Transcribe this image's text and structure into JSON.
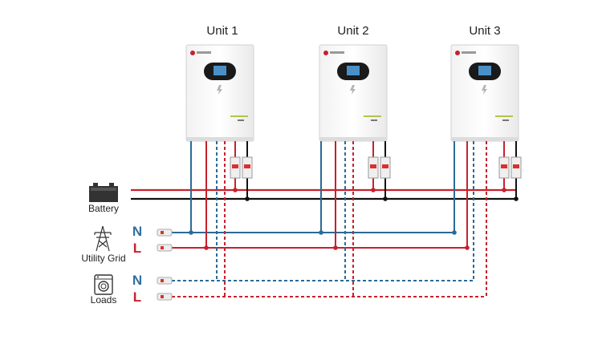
{
  "units": [
    {
      "title": "Unit 1"
    },
    {
      "title": "Unit 2"
    },
    {
      "title": "Unit 3"
    }
  ],
  "labels": {
    "battery": "Battery",
    "utility_grid": "Utility Grid",
    "loads": "Loads",
    "grid_n": "N",
    "grid_l": "L",
    "loads_n": "N",
    "loads_l": "L"
  },
  "colors": {
    "neutral": "#2b6a96",
    "line": "#c8202e",
    "black": "#111111",
    "letter_n": "#2f6fa3",
    "letter_l": "#c8202e"
  },
  "icons": [
    "battery-icon",
    "transmission-tower-icon",
    "washing-machine-icon",
    "breaker-icon",
    "connector-icon"
  ]
}
